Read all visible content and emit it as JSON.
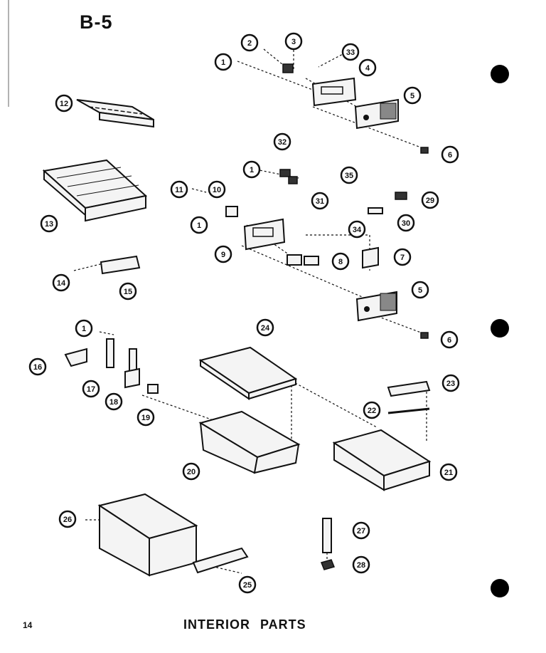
{
  "page": {
    "section_code": "B-5",
    "page_number": "14",
    "section_title": "INTERIOR PARTS"
  },
  "callouts": [
    {
      "id": "c1a",
      "label": "1"
    },
    {
      "id": "c2",
      "label": "2"
    },
    {
      "id": "c3",
      "label": "3"
    },
    {
      "id": "c33",
      "label": "33"
    },
    {
      "id": "c4",
      "label": "4"
    },
    {
      "id": "c5a",
      "label": "5"
    },
    {
      "id": "c12",
      "label": "12"
    },
    {
      "id": "c6a",
      "label": "6"
    },
    {
      "id": "c32",
      "label": "32"
    },
    {
      "id": "c1b",
      "label": "1"
    },
    {
      "id": "c35",
      "label": "35"
    },
    {
      "id": "c31",
      "label": "31"
    },
    {
      "id": "c13",
      "label": "13"
    },
    {
      "id": "c11",
      "label": "11"
    },
    {
      "id": "c10",
      "label": "10"
    },
    {
      "id": "c29",
      "label": "29"
    },
    {
      "id": "c30",
      "label": "30"
    },
    {
      "id": "c1c",
      "label": "1"
    },
    {
      "id": "c34",
      "label": "34"
    },
    {
      "id": "c9",
      "label": "9"
    },
    {
      "id": "c8",
      "label": "8"
    },
    {
      "id": "c7",
      "label": "7"
    },
    {
      "id": "c14",
      "label": "14"
    },
    {
      "id": "c15",
      "label": "15"
    },
    {
      "id": "c5b",
      "label": "5"
    },
    {
      "id": "c1d",
      "label": "1"
    },
    {
      "id": "c24",
      "label": "24"
    },
    {
      "id": "c6b",
      "label": "6"
    },
    {
      "id": "c16",
      "label": "16"
    },
    {
      "id": "c23",
      "label": "23"
    },
    {
      "id": "c17",
      "label": "17"
    },
    {
      "id": "c18",
      "label": "18"
    },
    {
      "id": "c19",
      "label": "19"
    },
    {
      "id": "c22",
      "label": "22"
    },
    {
      "id": "c20",
      "label": "20"
    },
    {
      "id": "c21",
      "label": "21"
    },
    {
      "id": "c26",
      "label": "26"
    },
    {
      "id": "c27",
      "label": "27"
    },
    {
      "id": "c28",
      "label": "28"
    },
    {
      "id": "c25",
      "label": "25"
    }
  ],
  "colors": {
    "ink": "#111111",
    "paper": "#ffffff"
  }
}
